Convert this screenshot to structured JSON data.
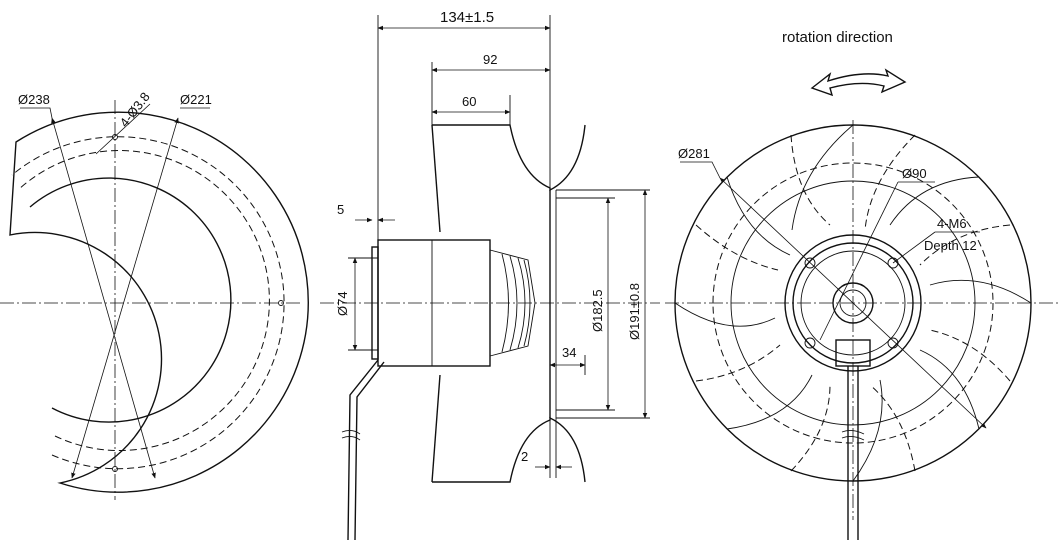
{
  "colors": {
    "line": "#111111",
    "background": "#ffffff"
  },
  "left_view": {
    "dim_outer": "Ø238",
    "dim_holes": "4-Ø3.8",
    "dim_inner": "Ø221"
  },
  "side_view": {
    "dim_total_length": "134±1.5",
    "dim_92": "92",
    "dim_60": "60",
    "dim_5": "5",
    "dim_hub_diameter": "Ø74",
    "dim_182": "Ø182.5",
    "dim_191": "Ø191±0.8",
    "dim_34": "34",
    "dim_2": "2"
  },
  "right_view": {
    "title": "rotation direction",
    "dim_impeller": "Ø281",
    "dim_hub": "Ø90",
    "dim_thread": "4-M6",
    "dim_depth": "Depth 12",
    "arrow_icon": "curved-double-arrow-icon"
  }
}
